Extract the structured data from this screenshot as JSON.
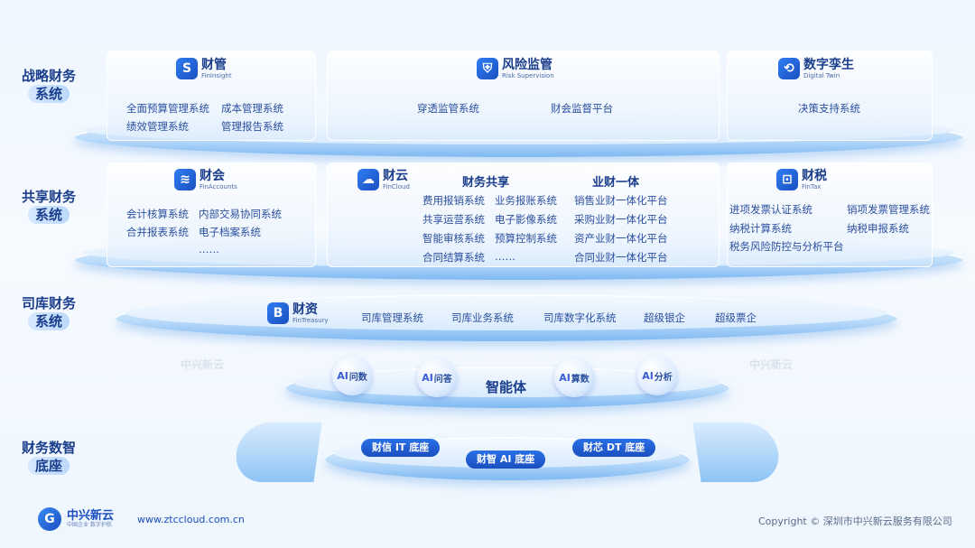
{
  "tiers": {
    "strategic": {
      "label_line1": "战略财务",
      "label_line2": "系统"
    },
    "shared": {
      "label_line1": "共享财务",
      "label_line2": "系统"
    },
    "treasury": {
      "label_line1": "司库财务",
      "label_line2": "系统"
    },
    "base": {
      "label_line1": "财务数智",
      "label_line2": "底座"
    }
  },
  "strategic": {
    "caiguan": {
      "name": "财管",
      "en": "FinInsight",
      "items": [
        "全面预算管理系统",
        "成本管理系统",
        "绩效管理系统",
        "管理报告系统"
      ]
    },
    "risk": {
      "name": "风险监管",
      "en": "Risk Supervision",
      "items": [
        "穿透监管系统",
        "财会监督平台"
      ]
    },
    "twin": {
      "name": "数字孪生",
      "en": "Digital Twin",
      "items": [
        "决策支持系统"
      ]
    }
  },
  "shared": {
    "caihui": {
      "name": "财会",
      "en": "FinAccounts",
      "items": [
        "会计核算系统",
        "内部交易协同系统",
        "合并报表系统",
        "电子档案系统",
        "……"
      ]
    },
    "caiyun": {
      "name": "财云",
      "en": "FinCloud"
    },
    "finshare": {
      "title": "财务共享",
      "items": [
        "费用报销系统",
        "业务报账系统",
        "共享运营系统",
        "电子影像系统",
        "智能审核系统",
        "预算控制系统",
        "合同结算系统",
        "……"
      ]
    },
    "bizfin": {
      "title": "业财一体",
      "items": [
        "销售业财一体化平台",
        "采购业财一体化平台",
        "资产业财一体化平台",
        "合同业财一体化平台"
      ]
    },
    "caishui": {
      "name": "财税",
      "en": "FinTax",
      "items": [
        "进项发票认证系统",
        "销项发票管理系统",
        "纳税计算系统",
        "纳税申报系统",
        "税务风险防控与分析平台"
      ]
    }
  },
  "treasury": {
    "caizi": {
      "name": "财资",
      "en": "FinTreasury"
    },
    "items": [
      "司库管理系统",
      "司库业务系统",
      "司库数字化系统",
      "超级银企",
      "超级票企"
    ]
  },
  "agent": {
    "title": "智能体",
    "ai_prefix": "AI",
    "bubbles": [
      "问数",
      "问答",
      "算数",
      "分析"
    ]
  },
  "base": {
    "pills": [
      "财信 IT 底座",
      "财智 AI 底座",
      "财芯 DT 底座"
    ]
  },
  "footer": {
    "logo_name": "中兴新云",
    "logo_tagline": "中国企业 数字护航",
    "url": "www.ztccloud.com.cn",
    "copyright": "Copyright © 深圳市中兴新云服务有限公司"
  },
  "watermark": "中兴新云",
  "colors": {
    "primary": "#1a4fc0",
    "accent": "#2f7df2",
    "text": "#1a3d8c"
  }
}
